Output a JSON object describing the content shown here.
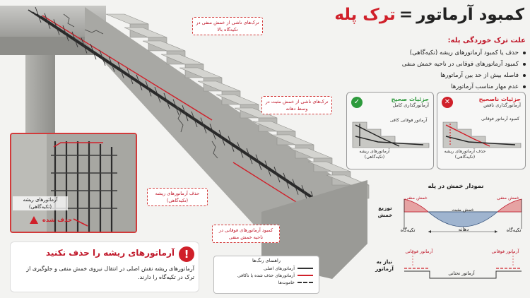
{
  "title": {
    "part1": "کمبود آرماتور",
    "eq": "=",
    "part2": "ترک پله"
  },
  "causes": {
    "heading": "علت ترک خوردگی پله:",
    "items": [
      "حذف یا کمبود آرماتورهای ریشه (تکیه‌گاهی)",
      "کمبود آرماتورهای فوقانی در ناحیه خمش منفی",
      "فاصله بیش از حد بین آرماتورها",
      "عدم مهار مناسب آرماتورها"
    ]
  },
  "correct": {
    "heading": "جزئیات صحیح",
    "sub": "آرماتورگذاری کامل",
    "top_label": "آرماتور فوقانی کافی",
    "root_label": "آرماتورهای ریشه (تکیه‌گاهی)",
    "icon": "check-icon",
    "color": "#2d9a3c"
  },
  "wrong": {
    "heading": "جزئیات ناصحیح",
    "sub": "آرماتورگذاری ناقص",
    "top_label": "کمبود آرماتور فوقانی",
    "root_label": "حذف آرماتورهای ریشه (تکیه‌گاهی)",
    "icon": "cross-icon",
    "color": "#d0202a"
  },
  "callouts": {
    "top_crack": "ترک‌های ناشی از خمش منفی در تکیه‌گاه بالا",
    "mid_crack": "ترک‌های ناشی از خمش مثبت در وسط دهانه",
    "roots_removed": "حذف آرماتورهای ریشه (تکیه‌گاهی)",
    "top_lacking": "کمبود آرماتورهای فوقانی در ناحیه خمش منفی"
  },
  "inset": {
    "label": "آرماتورهای ریشه (تکیه‌گاهی)",
    "removed": "حذف شده"
  },
  "warning": {
    "heading": "آرماتورهای ریشه را حذف نکنید",
    "body": "آرماتورهای ریشه نقش اصلی در انتقال نیروی خمش منفی و جلوگیری از ترک در تکیه‌گاه را دارند."
  },
  "legend": {
    "title": "راهنمای رنگ‌ها",
    "items": [
      {
        "label": "آرماتورهای اصلی",
        "color": "#333333",
        "dash": false
      },
      {
        "label": "آرماتورهای حذف شده یا ناکافی",
        "color": "#d0202a",
        "dash": false
      },
      {
        "label": "خاموت‌ها",
        "color": "#333333",
        "dash": true
      }
    ]
  },
  "moment": {
    "title": "نمودار خمش در پله",
    "row_label": "توزیع خمش",
    "neg_left": "خمش منفی",
    "neg_right": "خمش منفی",
    "pos": "خمش مثبت",
    "support_left": "تکیه‌گاه",
    "support_right": "تکیه‌گاه",
    "span": "دهانه",
    "need_label": "نیاز به آرماتور",
    "top_left": "آرماتور فوقانی",
    "top_right": "آرماتور فوقانی",
    "bottom": "آرماتور تحتانی",
    "neg_color": "#e6a3a3",
    "pos_color": "#9fb4cf"
  }
}
